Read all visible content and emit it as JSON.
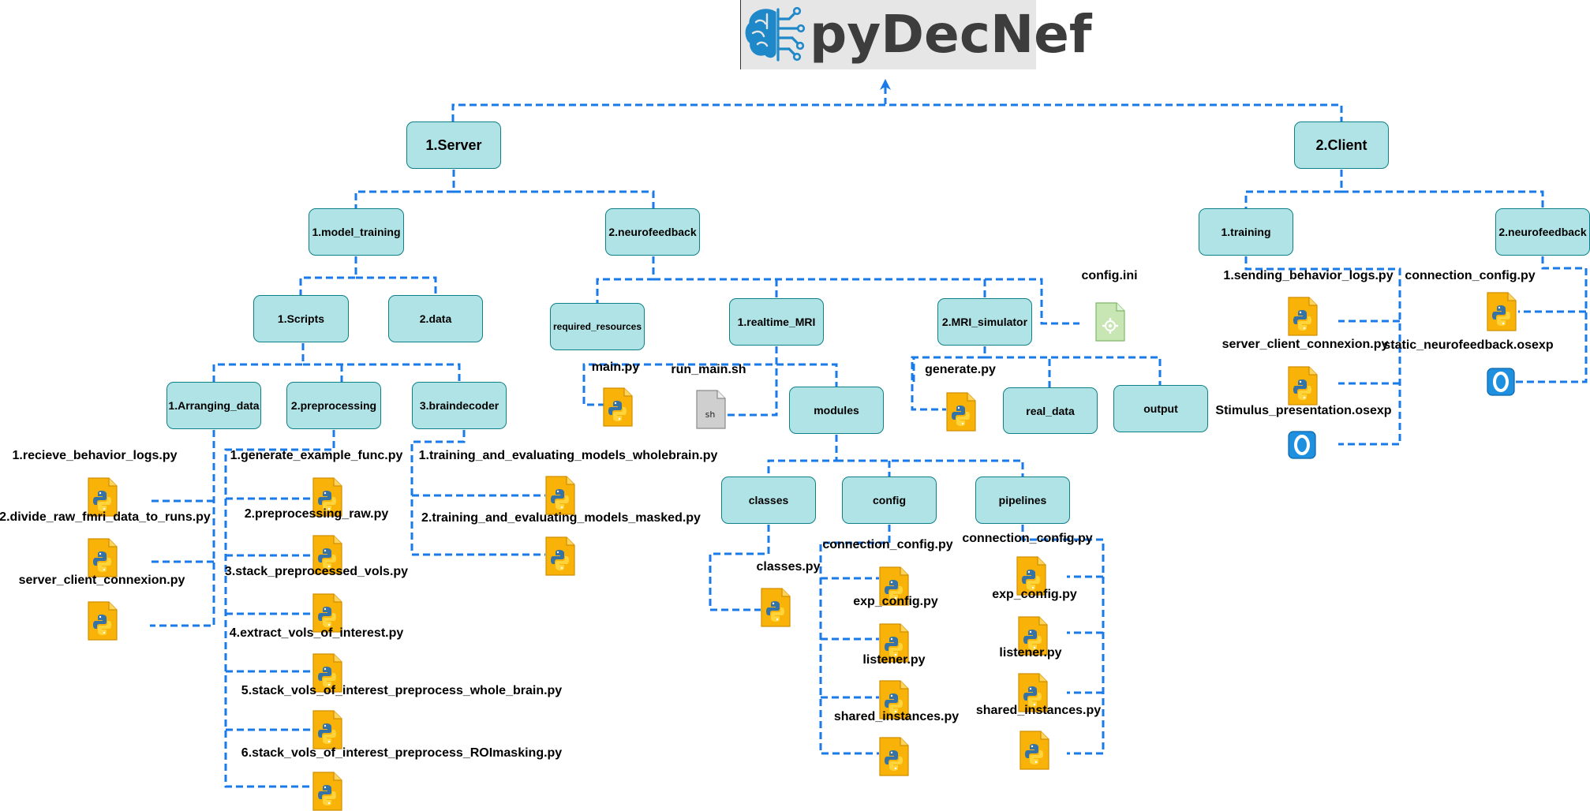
{
  "logo": {
    "text": "pyDecNef",
    "icon": "brain-circuit-icon",
    "colors": {
      "brain": "#1e88c8",
      "text": "#3d3d3d",
      "background": "#e6e6e6"
    }
  },
  "colors": {
    "folder_fill": "#b0e3e6",
    "folder_border": "#0e8088",
    "connector": "#1a7ae8",
    "python_file": "#f9b208",
    "osexp_file": "#1f8fe0"
  },
  "folders": [
    {
      "id": "server",
      "label": "1.Server"
    },
    {
      "id": "client",
      "label": "2.Client"
    },
    {
      "id": "model_training",
      "label": "1.model_training"
    },
    {
      "id": "server_neurofeedback",
      "label": "2.neurofeedback"
    },
    {
      "id": "scripts",
      "label": "1.Scripts"
    },
    {
      "id": "data",
      "label": "2.data"
    },
    {
      "id": "arranging_data",
      "label": "1.Arranging_data"
    },
    {
      "id": "preprocessing",
      "label": "2.preprocessing"
    },
    {
      "id": "braindecoder",
      "label": "3.braindecoder"
    },
    {
      "id": "required_resources",
      "label": "required_resources"
    },
    {
      "id": "realtime_mri",
      "label": "1.realtime_MRI"
    },
    {
      "id": "mri_simulator",
      "label": "2.MRI_simulator"
    },
    {
      "id": "modules",
      "label": "modules"
    },
    {
      "id": "classes",
      "label": "classes"
    },
    {
      "id": "config",
      "label": "config"
    },
    {
      "id": "pipelines",
      "label": "pipelines"
    },
    {
      "id": "real_data",
      "label": "real_data"
    },
    {
      "id": "output",
      "label": "output"
    },
    {
      "id": "client_training",
      "label": "1.training"
    },
    {
      "id": "client_neurofeedback",
      "label": "2.neurofeedback"
    }
  ],
  "files": [
    {
      "id": "recieve_behavior_logs",
      "label": "1.recieve_behavior_logs.py",
      "icon": "python-file-icon"
    },
    {
      "id": "divide_raw",
      "label": "2.divide_raw_fmri_data_to_runs.py",
      "icon": "python-file-icon"
    },
    {
      "id": "server_client_connexion_1",
      "label": "server_client_connexion.py",
      "icon": "python-file-icon"
    },
    {
      "id": "generate_example_func",
      "label": "1.generate_example_func.py",
      "icon": "python-file-icon"
    },
    {
      "id": "preprocessing_raw",
      "label": "2.preprocessing_raw.py",
      "icon": "python-file-icon"
    },
    {
      "id": "stack_preprocessed_vols",
      "label": "3.stack_preprocessed_vols.py",
      "icon": "python-file-icon"
    },
    {
      "id": "extract_vols",
      "label": "4.extract_vols_of_interest.py",
      "icon": "python-file-icon"
    },
    {
      "id": "stack_whole_brain",
      "label": "5.stack_vols_of_interest_preprocess_whole_brain.py",
      "icon": "python-file-icon"
    },
    {
      "id": "stack_roi",
      "label": "6.stack_vols_of_interest_preprocess_ROImasking.py",
      "icon": "python-file-icon"
    },
    {
      "id": "train_wholebrain",
      "label": "1.training_and_evaluating_models_wholebrain.py",
      "icon": "python-file-icon"
    },
    {
      "id": "train_masked",
      "label": "2.training_and_evaluating_models_masked.py",
      "icon": "python-file-icon"
    },
    {
      "id": "main_py",
      "label": "main.py",
      "icon": "python-file-icon"
    },
    {
      "id": "run_main_sh",
      "label": "run_main.sh",
      "icon": "shell-file-icon",
      "badge": "sh"
    },
    {
      "id": "classes_py",
      "label": "classes.py",
      "icon": "python-file-icon"
    },
    {
      "id": "config_connection",
      "label": "connection_config.py",
      "icon": "python-file-icon"
    },
    {
      "id": "config_exp",
      "label": "exp_config.py",
      "icon": "python-file-icon"
    },
    {
      "id": "config_listener",
      "label": "listener.py",
      "icon": "python-file-icon"
    },
    {
      "id": "config_shared",
      "label": "shared_instances.py",
      "icon": "python-file-icon"
    },
    {
      "id": "pipe_connection",
      "label": "connection_config.py",
      "icon": "python-file-icon"
    },
    {
      "id": "pipe_exp",
      "label": "exp_config.py",
      "icon": "python-file-icon"
    },
    {
      "id": "pipe_listener",
      "label": "listener.py",
      "icon": "python-file-icon"
    },
    {
      "id": "pipe_shared",
      "label": "shared_instances.py",
      "icon": "python-file-icon"
    },
    {
      "id": "generate_py",
      "label": "generate.py",
      "icon": "python-file-icon"
    },
    {
      "id": "config_ini",
      "label": "config.ini",
      "icon": "config-file-icon"
    },
    {
      "id": "sending_behavior_logs",
      "label": "1.sending_behavior_logs.py",
      "icon": "python-file-icon"
    },
    {
      "id": "server_client_connexion_2",
      "label": "server_client_connexion.py",
      "icon": "python-file-icon"
    },
    {
      "id": "stimulus_presentation",
      "label": "Stimulus_presentation.osexp",
      "icon": "opensesame-file-icon"
    },
    {
      "id": "client_connection_config",
      "label": "connection_config.py",
      "icon": "python-file-icon"
    },
    {
      "id": "static_neurofeedback",
      "label": "static_neurofeedback.osexp",
      "icon": "opensesame-file-icon"
    }
  ]
}
